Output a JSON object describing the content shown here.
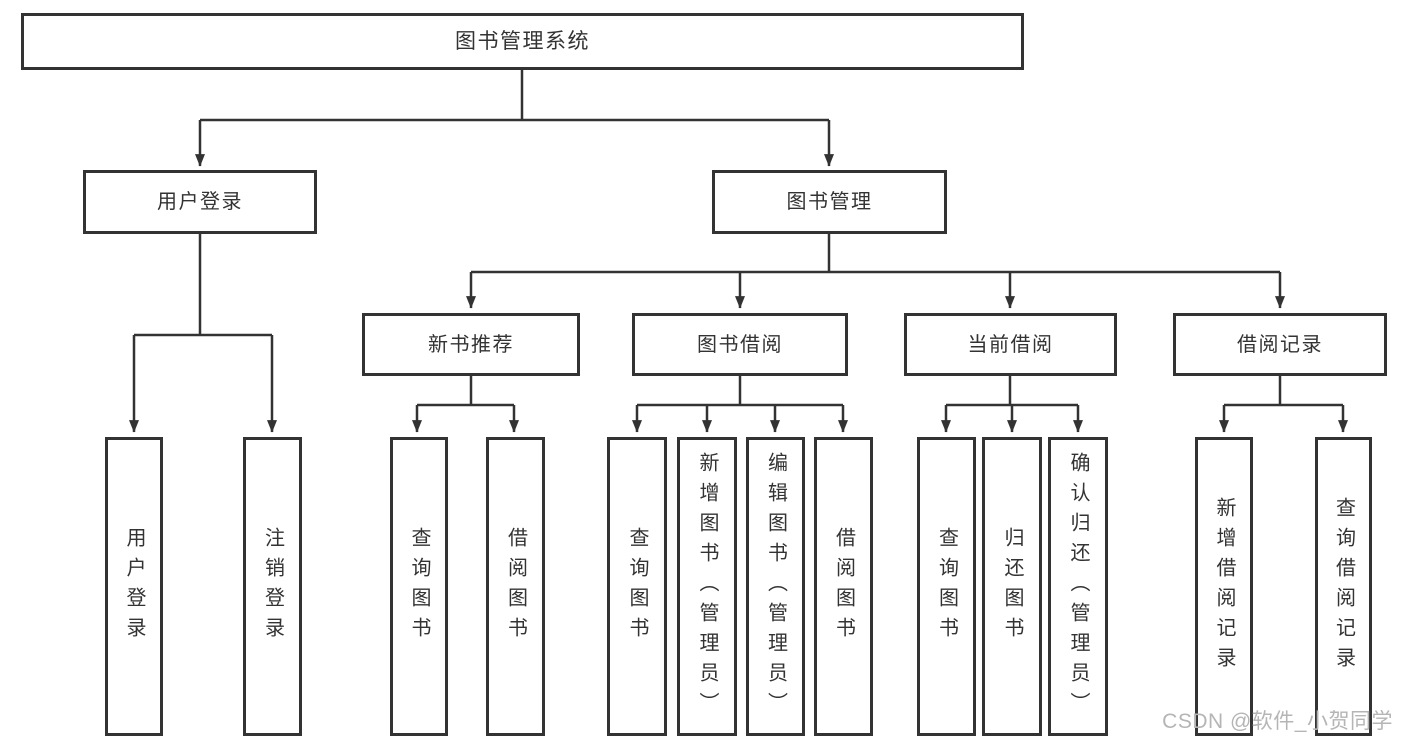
{
  "nodes": {
    "root": {
      "label": "图书管理系统"
    },
    "user_login": {
      "label": "用户登录"
    },
    "book_mgmt": {
      "label": "图书管理"
    },
    "new_book_rec": {
      "label": "新书推荐"
    },
    "book_borrow": {
      "label": "图书借阅"
    },
    "current_borrow": {
      "label": "当前借阅"
    },
    "borrow_records": {
      "label": "借阅记录"
    },
    "leaf_user_login": {
      "label": "用户登录"
    },
    "leaf_logout": {
      "label": "注销登录"
    },
    "leaf_query_book_rec": {
      "label": "查询图书"
    },
    "leaf_borrow_book_rec": {
      "label": "借阅图书"
    },
    "leaf_query_book_borrow": {
      "label": "查询图书"
    },
    "leaf_add_book": {
      "label": "新增图书（管理员）"
    },
    "leaf_edit_book": {
      "label": "编辑图书（管理员）"
    },
    "leaf_borrow_book_borrow": {
      "label": "借阅图书"
    },
    "leaf_query_book_current": {
      "label": "查询图书"
    },
    "leaf_return_book": {
      "label": "归还图书"
    },
    "leaf_confirm_return": {
      "label": "确认归还（管理员）"
    },
    "leaf_add_borrow_record": {
      "label": "新增借阅记录"
    },
    "leaf_query_borrow_record": {
      "label": "查询借阅记录"
    }
  },
  "hierarchy": {
    "root": [
      "user_login",
      "book_mgmt"
    ],
    "user_login": [
      "leaf_user_login",
      "leaf_logout"
    ],
    "book_mgmt": [
      "new_book_rec",
      "book_borrow",
      "current_borrow",
      "borrow_records"
    ],
    "new_book_rec": [
      "leaf_query_book_rec",
      "leaf_borrow_book_rec"
    ],
    "book_borrow": [
      "leaf_query_book_borrow",
      "leaf_add_book",
      "leaf_edit_book",
      "leaf_borrow_book_borrow"
    ],
    "current_borrow": [
      "leaf_query_book_current",
      "leaf_return_book",
      "leaf_confirm_return"
    ],
    "borrow_records": [
      "leaf_add_borrow_record",
      "leaf_query_borrow_record"
    ]
  },
  "watermark": "CSDN @软件_小贺同学",
  "colors": {
    "line-color": "#333333",
    "border-color": "#333333",
    "text-color": "#333333",
    "watermark-color": "#b5b5b5",
    "background": "#ffffff"
  }
}
